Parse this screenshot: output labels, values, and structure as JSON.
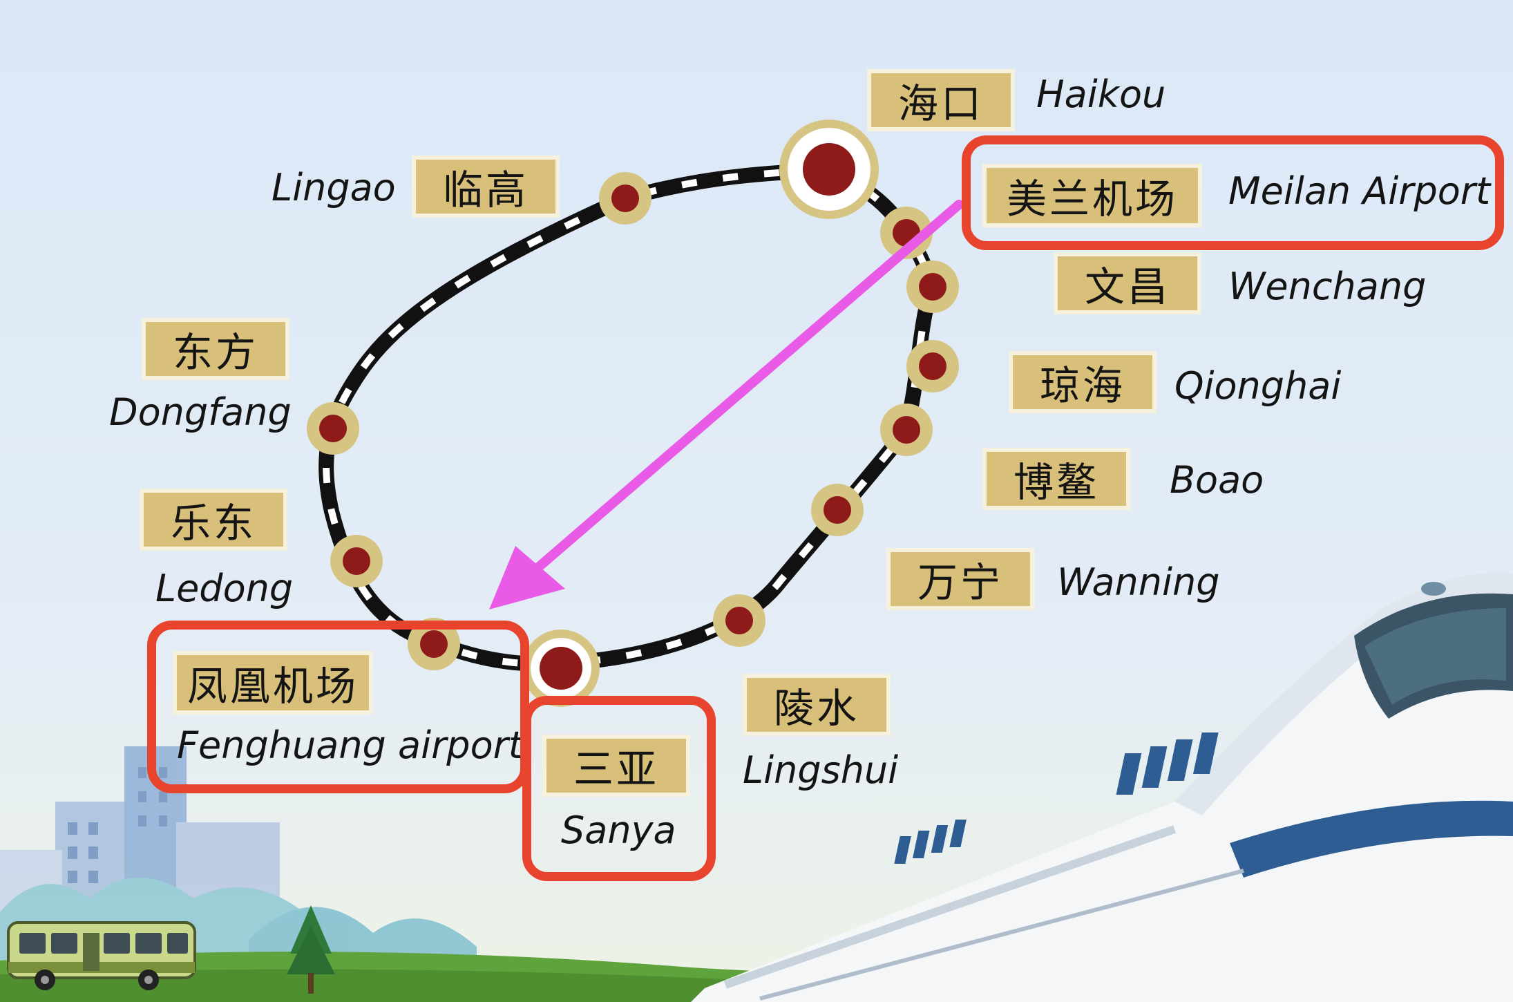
{
  "stations": [
    {
      "id": "haikou",
      "zh": "海口",
      "en": "Haikou",
      "major": true
    },
    {
      "id": "meilan",
      "zh": "美兰机场",
      "en": "Meilan Airport",
      "highlighted": true
    },
    {
      "id": "wenchang",
      "zh": "文昌",
      "en": "Wenchang"
    },
    {
      "id": "qionghai",
      "zh": "琼海",
      "en": "Qionghai"
    },
    {
      "id": "boao",
      "zh": "博鳌",
      "en": "Boao"
    },
    {
      "id": "wanning",
      "zh": "万宁",
      "en": "Wanning"
    },
    {
      "id": "lingshui",
      "zh": "陵水",
      "en": "Lingshui"
    },
    {
      "id": "sanya",
      "zh": "三亚",
      "en": "Sanya",
      "major": true,
      "highlighted": true
    },
    {
      "id": "fenghuang",
      "zh": "凤凰机场",
      "en": "Fenghuang airport",
      "highlighted": true
    },
    {
      "id": "ledong",
      "zh": "乐东",
      "en": "Ledong"
    },
    {
      "id": "dongfang",
      "zh": "东方",
      "en": "Dongfang"
    },
    {
      "id": "lingao",
      "zh": "临高",
      "en": "Lingao"
    }
  ],
  "route_arrow": {
    "from": "Meilan Airport",
    "to": "Fenghuang airport",
    "color": "#e95be6"
  },
  "colors": {
    "highlight": "#e8432c",
    "label_bg": "#d8c07a",
    "label_border": "#f6f1dc",
    "node": "#8e1a1a",
    "node_ring": "#d6c483",
    "sky": "#dde9f6"
  }
}
